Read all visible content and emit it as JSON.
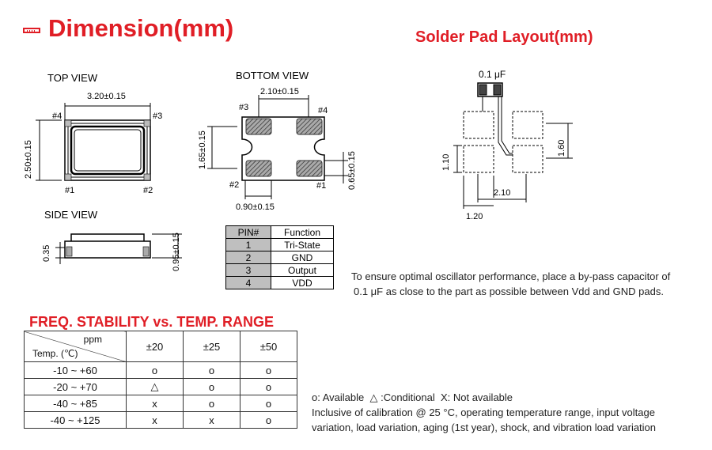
{
  "title": "Dimension(mm)",
  "pad_title": "Solder Pad Layout(mm)",
  "views": {
    "top": "TOP VIEW",
    "bottom": "BOTTOM VIEW",
    "side": "SIDE VIEW"
  },
  "top_view": {
    "width_dim": "3.20±0.15",
    "height_dim": "2.50±0.15",
    "pin1": "#1",
    "pin2": "#2",
    "pin3": "#3",
    "pin4": "#4"
  },
  "bottom_view": {
    "pitch_dim": "2.10±0.15",
    "vpitch_dim": "1.65±0.15",
    "pad_w_dim": "0.90±0.15",
    "pad_h_dim": "0.65±0.15",
    "pin1": "#1",
    "pin2": "#2",
    "pin3": "#3",
    "pin4": "#4"
  },
  "side_view": {
    "height_dim": "0.95±0.15",
    "base_dim": "0.35"
  },
  "pad_layout": {
    "cap": "0.1 μF",
    "vdim": "1.60",
    "hdim_pad": "1.10",
    "pitch": "2.10",
    "width": "1.20"
  },
  "pin_table": {
    "headers": [
      "PIN#",
      "Function"
    ],
    "rows": [
      [
        "1",
        "Tri-State"
      ],
      [
        "2",
        "GND"
      ],
      [
        "3",
        "Output"
      ],
      [
        "4",
        "VDD"
      ]
    ]
  },
  "note": [
    "To ensure optimal oscillator performance, place a by-pass capacitor of",
    "0.1 μF as close to the part as possible between Vdd and GND pads."
  ],
  "freq": {
    "title": "FREQ. STABILITY vs. TEMP. RANGE",
    "corner_top": "ppm",
    "corner_bottom": "Temp. (℃)",
    "columns": [
      "±20",
      "±25",
      "±50"
    ],
    "rows": [
      {
        "range": "-10 ~ +60",
        "values": [
          "o",
          "o",
          "o"
        ]
      },
      {
        "range": "-20 ~ +70",
        "values": [
          "△",
          "o",
          "o"
        ]
      },
      {
        "range": "-40 ~ +85",
        "values": [
          "x",
          "o",
          "o"
        ]
      },
      {
        "range": "-40 ~ +125",
        "values": [
          "x",
          "x",
          "o"
        ]
      }
    ]
  },
  "legend": [
    "o: Available  △ :Conditional  X: Not available",
    "Inclusive of calibration @ 25 °C, operating temperature range, input voltage",
    "variation, load variation, aging (1st year), shock, and vibration load variation"
  ]
}
